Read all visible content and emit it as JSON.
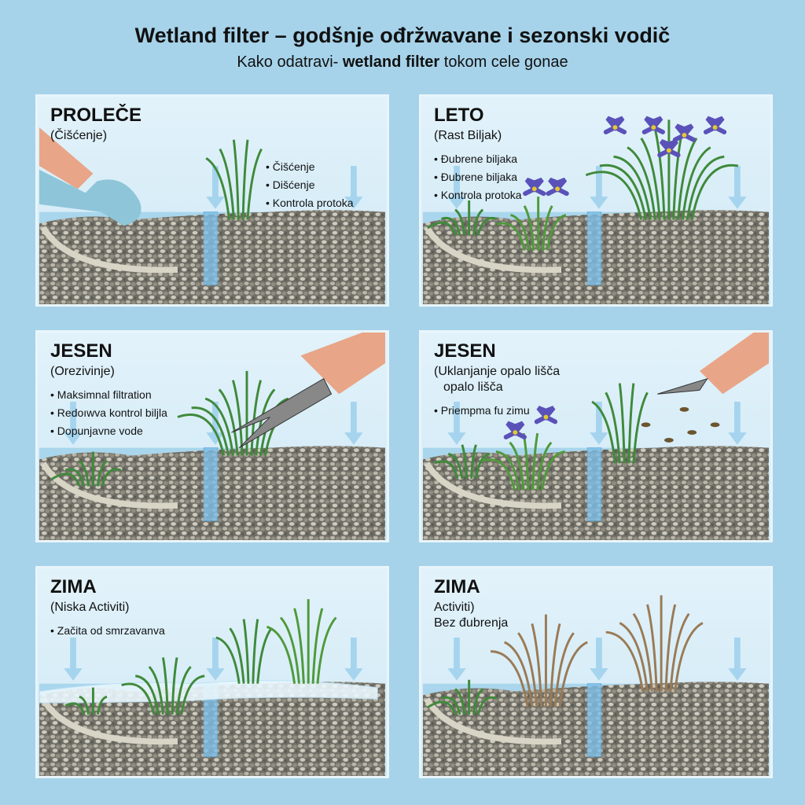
{
  "header": {
    "title": "Wetland filter – godšnje ođržwavane i sezonski vodič",
    "subtitle_pre": "Kako odatravi- ",
    "subtitle_bold": "wetland filter",
    "subtitle_post": " tokom cele gonae"
  },
  "panels": [
    {
      "season": "PROLEČE",
      "sub": [
        "(Čišćenje)"
      ],
      "bullets": [
        "Čišćenje",
        "Dišćenje",
        "Kontrola protoka"
      ]
    },
    {
      "season": "LETO",
      "sub": [
        "(Rast Biljak)"
      ],
      "bullets": [
        "Đubrene biljaka",
        "Đubrene biljaka",
        "Kontrola protoka"
      ]
    },
    {
      "season": "JESEN",
      "sub": [
        "(Orezivinje)"
      ],
      "bullets": [
        "Maksimnal filtration",
        "Redoıwva kontrol biljla",
        "Dopunjavne vode"
      ]
    },
    {
      "season": "JESEN",
      "sub": [
        "(Uklanjanje opalo lišča",
        "opalo lišča"
      ],
      "bullets": [
        "Priempma fu zimu"
      ]
    },
    {
      "season": "ZIMA",
      "sub": [
        "(Niska Activiti)"
      ],
      "bullets": [
        "Začita od smrzavanva"
      ]
    },
    {
      "season": "ZIMA",
      "sub": [
        "Activiti)",
        "Bez đubrenja"
      ],
      "bullets": []
    }
  ],
  "colors": {
    "background": "#a6d3ea",
    "water": "#9fd0ea",
    "gravel": "#8a8a80",
    "plant": "#3f8a3a",
    "iris": "#5a52b8",
    "dry": "#9a7a55"
  }
}
